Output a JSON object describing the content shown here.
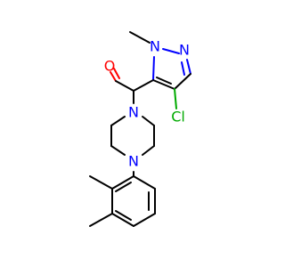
{
  "molecule": {
    "atoms": {
      "oxygen": {
        "label": "O",
        "color": "#ff0000"
      },
      "pyrazole_n1": {
        "label": "N",
        "color": "#0000ff"
      },
      "pyrazole_n2": {
        "label": "N",
        "color": "#0000ff"
      },
      "piperazine_n_top": {
        "label": "N",
        "color": "#0000ff"
      },
      "piperazine_n_bottom": {
        "label": "N",
        "color": "#0000ff"
      },
      "chlorine": {
        "label": "Cl",
        "color": "#00aa00"
      }
    },
    "colors": {
      "bond": "#000000",
      "nitrogen": "#0000ff",
      "oxygen": "#ff0000",
      "chlorine": "#00aa00",
      "background": "#ffffff"
    }
  }
}
